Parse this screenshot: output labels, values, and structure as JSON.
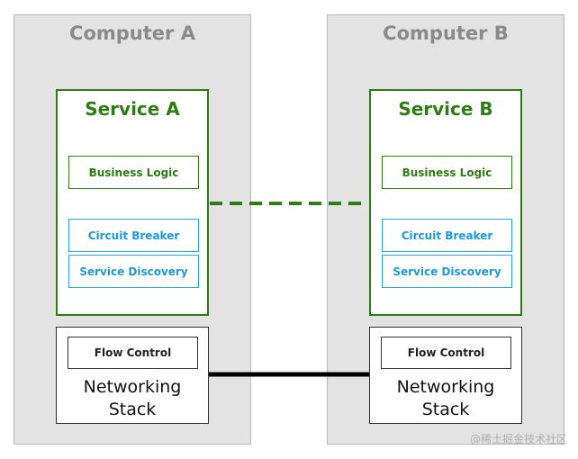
{
  "computers": [
    {
      "title": "Computer A",
      "service": {
        "title": "Service A",
        "business_logic": "Business Logic",
        "circuit_breaker": "Circuit Breaker",
        "service_discovery": "Service Discovery"
      },
      "network": {
        "flow_control": "Flow Control",
        "stack_line1": "Networking",
        "stack_line2": "Stack"
      }
    },
    {
      "title": "Computer B",
      "service": {
        "title": "Service B",
        "business_logic": "Business Logic",
        "circuit_breaker": "Circuit Breaker",
        "service_discovery": "Service Discovery"
      },
      "network": {
        "flow_control": "Flow Control",
        "stack_line1": "Networking",
        "stack_line2": "Stack"
      }
    }
  ],
  "colors": {
    "service": "#2e7d14",
    "resilience": "#1c98df",
    "computer_bg": "#e3e3e3",
    "computer_title": "#8a8a8a",
    "network_link": "#000000"
  },
  "watermark": "@稀土掘金技术社区"
}
